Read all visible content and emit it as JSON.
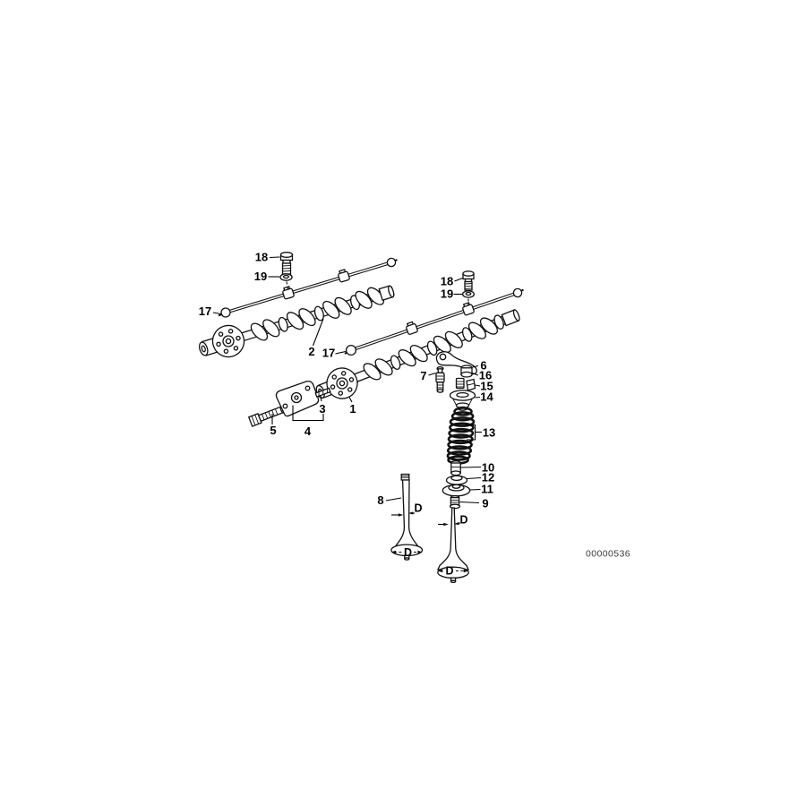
{
  "figure": {
    "document_number": "00000536",
    "dimension_label": "D"
  },
  "callouts": {
    "camshaft_lower": "1",
    "camshaft_upper": "2",
    "dowel_pin": "3",
    "end_plate": "4",
    "plate_bolt": "5",
    "rocker_arm": "6",
    "compensating_element": "7",
    "valve_left": "8",
    "stem_seal": "9",
    "spring_sleeve": "10",
    "lower_spring_seat": "11",
    "upper_washer": "12",
    "valve_spring": "13",
    "spring_retainer": "14",
    "valve_cotters": "15",
    "thrust_piece": "16",
    "oil_tube_upper": "17",
    "oil_tube_lower": "17",
    "tube_bolt_upper": "18",
    "tube_bolt_lower": "18",
    "tube_washer_upper": "19",
    "tube_washer_lower": "19"
  }
}
